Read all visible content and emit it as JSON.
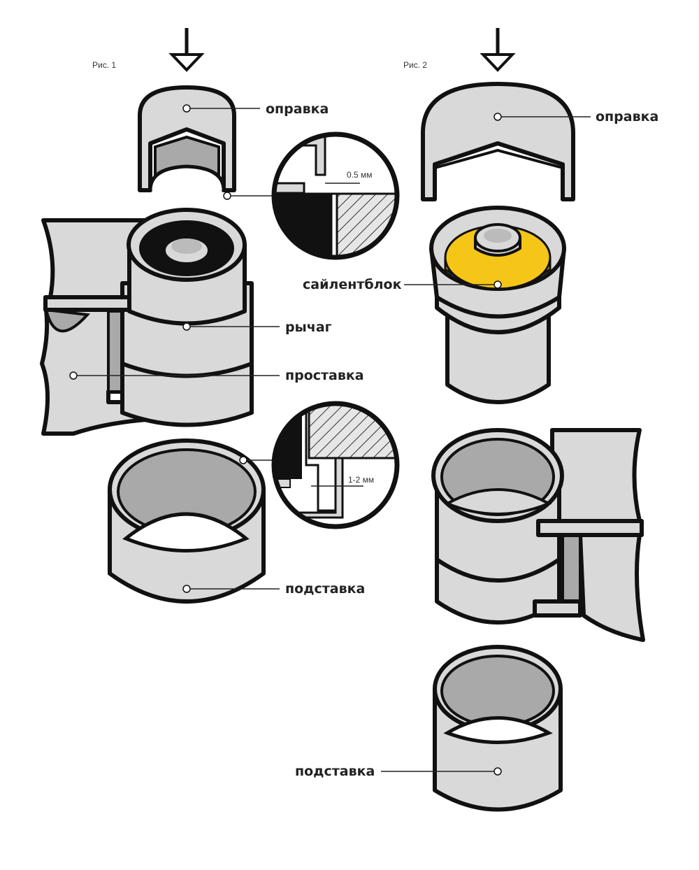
{
  "figure1": {
    "caption": "Рис. 1",
    "labels": {
      "mandrel": "оправка",
      "lever": "рычаг",
      "spacer": "проставка",
      "stand": "подставка"
    },
    "detail_top_gap": "0.5 мм",
    "detail_bottom_gap": "1-2 мм"
  },
  "figure2": {
    "caption": "Рис. 2",
    "labels": {
      "mandrel": "оправка",
      "bushing": "сайлентблок",
      "stand": "подставка"
    }
  },
  "colors": {
    "part": "#d9d9d9",
    "shade": "#a9a9a9",
    "bushing": "#f5c518",
    "outline": "#111111"
  }
}
